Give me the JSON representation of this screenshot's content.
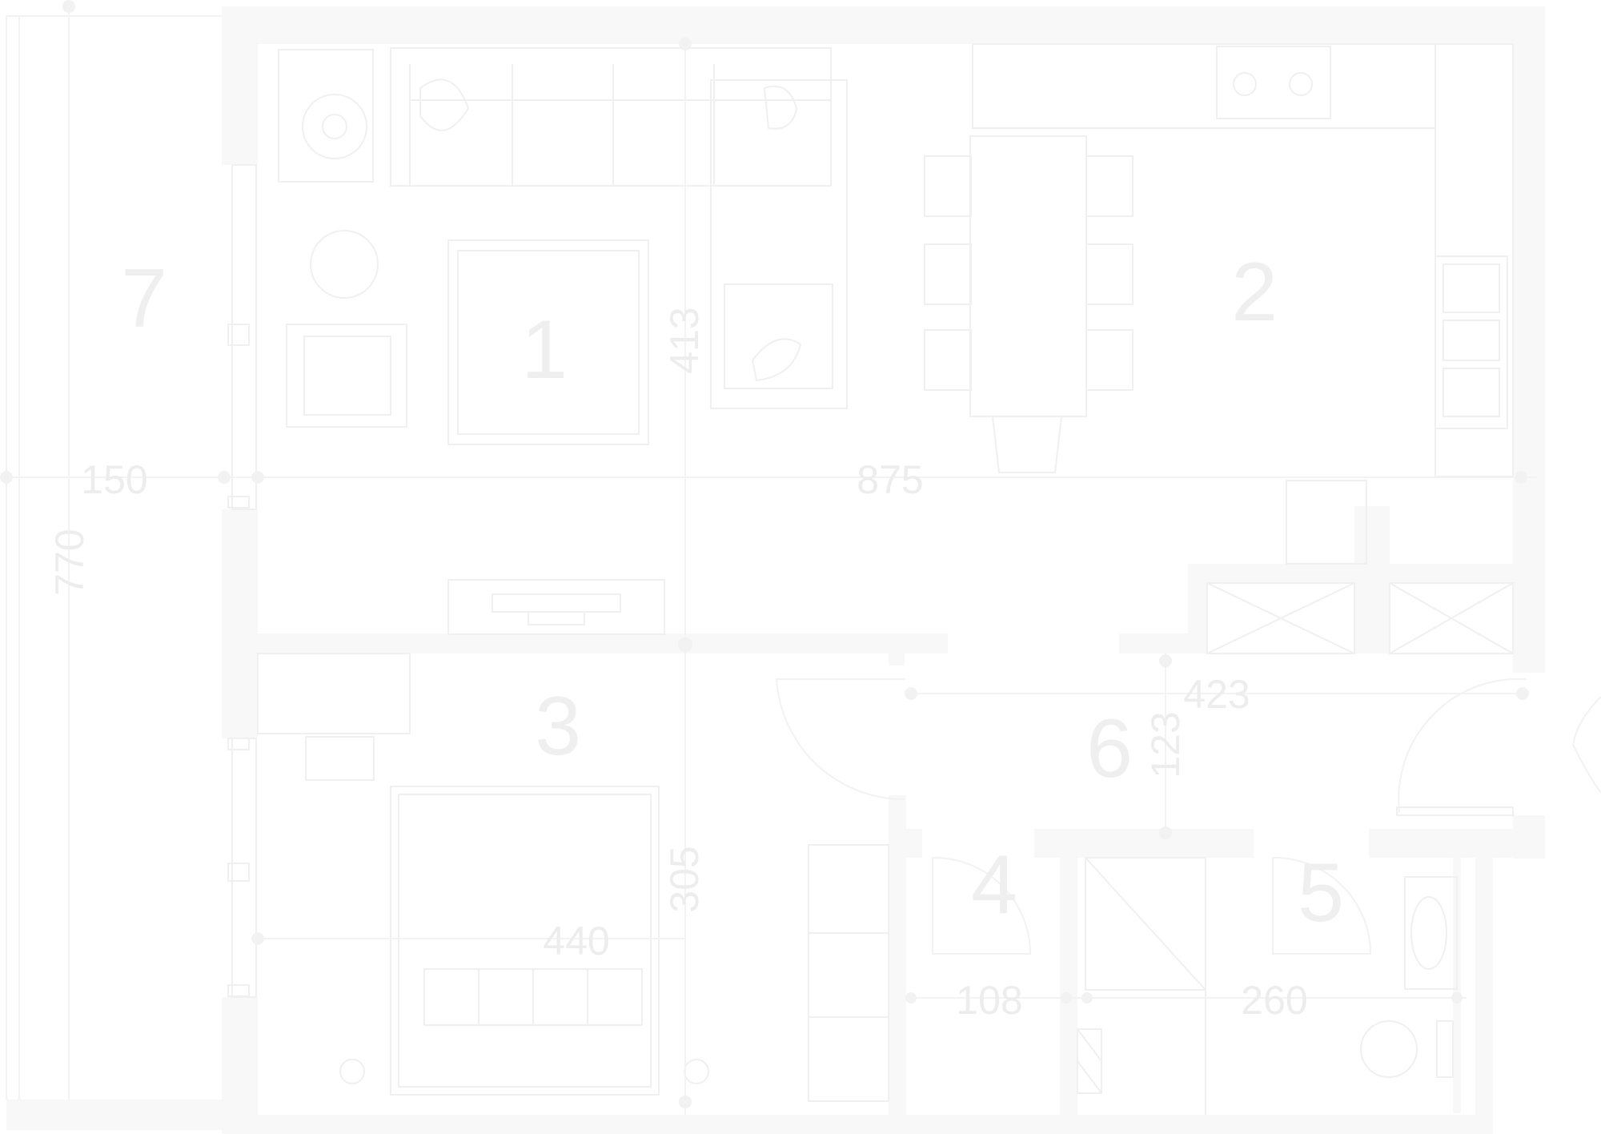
{
  "rooms": [
    {
      "id": "room-1",
      "label": "1"
    },
    {
      "id": "room-2",
      "label": "2"
    },
    {
      "id": "room-3",
      "label": "3"
    },
    {
      "id": "room-4",
      "label": "4"
    },
    {
      "id": "room-5",
      "label": "5"
    },
    {
      "id": "room-6",
      "label": "6"
    },
    {
      "id": "room-7",
      "label": "7"
    }
  ],
  "dimensions": {
    "d150": "150",
    "d875": "875",
    "d770": "770",
    "d413": "413",
    "d423": "423",
    "d123": "123",
    "d305": "305",
    "d440": "440",
    "d108": "108",
    "d260": "260"
  },
  "colors": {
    "wall": "#f8f8f8",
    "line": "#f0f0f0",
    "text": "#ededed",
    "background": "#ffffff"
  }
}
